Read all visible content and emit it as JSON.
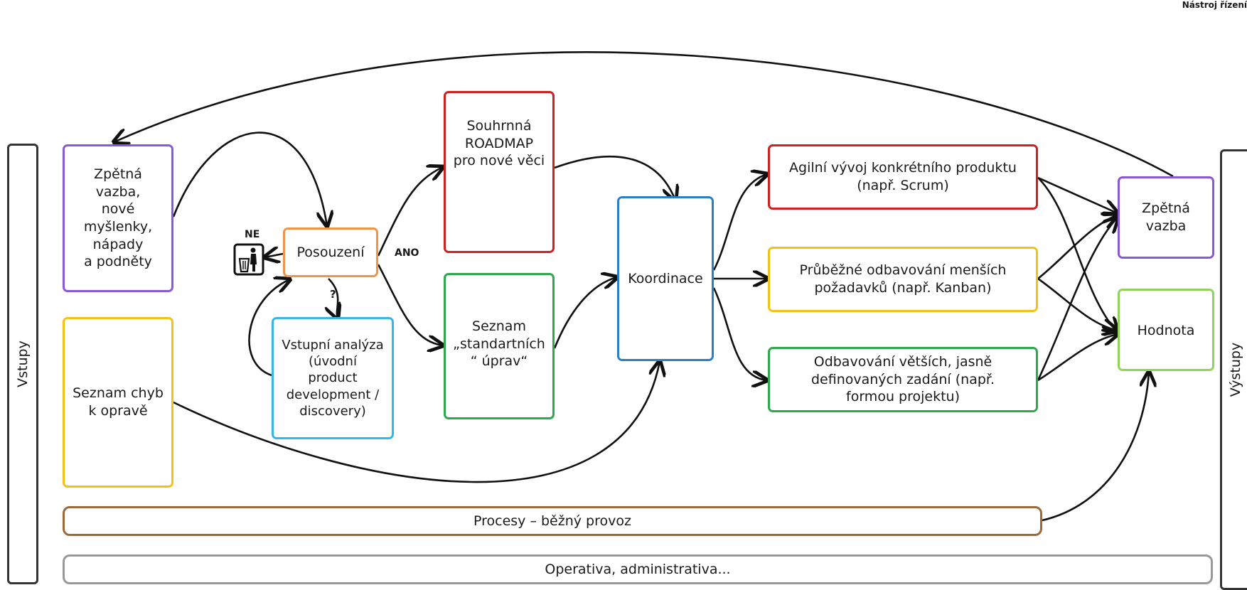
{
  "header_text": "Nástroj řízení",
  "inputs_label": "Vstupy",
  "outputs_label": "Výstupy",
  "boxes": {
    "feedback_ideas": "Zpětná vazba,\nnové\nmyšlenky,\nnápady\na podněty",
    "bug_list": "Seznam chyb\nk opravě",
    "assessment": "Posouzení",
    "initial_analysis": "Vstupní analýza\n(úvodní\nproduct\ndevelopment /\ndiscovery)",
    "roadmap": "Souhrnná\nROADMAP\npro nové věci",
    "standard_changes": "Seznam\n„standartních\n“ úprav“",
    "coordination": "Koordinace",
    "agile": "Agilní vývoj konkrétního produktu\n(např. Scrum)",
    "kanban": "Průběžné odbavování menších\npožadavků (např. Kanban)",
    "projects": "Odbavování větších, jasně\ndefinovaných zadání (např.\nformou projektu)",
    "feedback_out": "Zpětná\nvazba",
    "value": "Hodnota",
    "processes": "Procesy – běžný provoz",
    "operations": "Operativa, administrativa..."
  },
  "labels": {
    "no": "NE",
    "yes": "ANO",
    "question": "?"
  },
  "icons": {
    "trash": "trash-person-icon"
  },
  "colors": {
    "purple": "#8a5ad6",
    "yellow": "#f2c21b",
    "orange": "#f0944a",
    "cyan": "#38b6e8",
    "red": "#cc2222",
    "green": "#2fa84f",
    "blue": "#2a7fc9",
    "lime": "#8fd35a",
    "brown": "#9a6a3a",
    "gray": "#999999",
    "dark": "#333333"
  }
}
